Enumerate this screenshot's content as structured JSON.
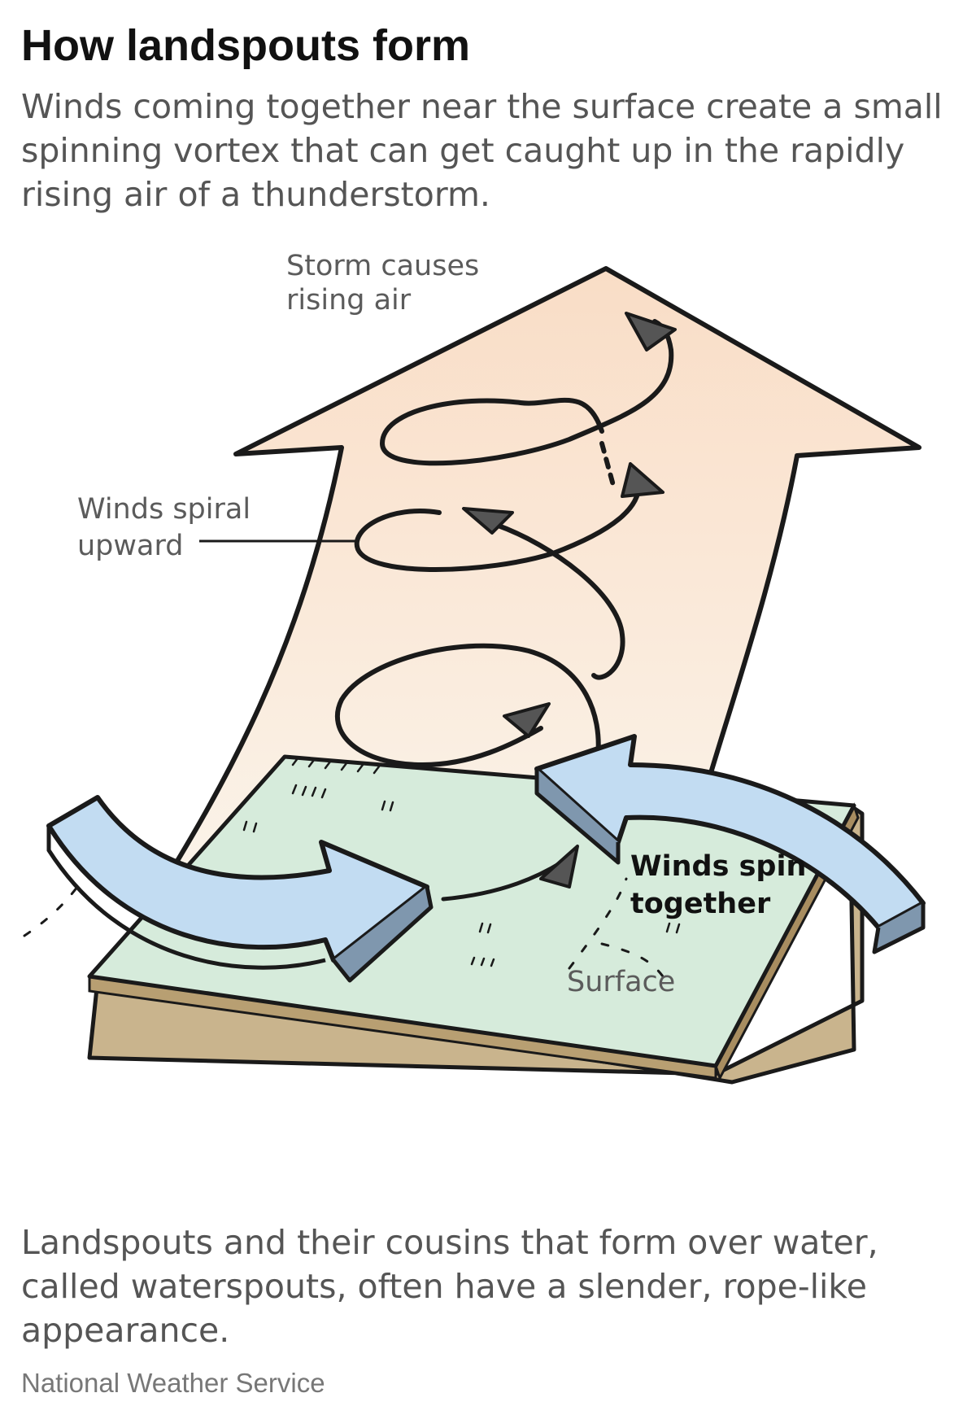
{
  "title": "How landspouts form",
  "subtitle": "Winds coming together near the surface create a small spinning vortex that can get caught up in the rapidly rising air of a thunderstorm.",
  "diagram": {
    "labels": {
      "rising_air_line1": "Storm causes",
      "rising_air_line2": "rising air",
      "spiral_line1": "Winds spiral",
      "spiral_line2": "upward",
      "spin_line1": "Winds spin",
      "spin_line2": "together",
      "surface": "Surface"
    },
    "colors": {
      "rising_air_top": "#f9ddc6",
      "rising_air_bottom": "#fbf5ec",
      "surface_top": "#d6ebdb",
      "surface_side": "#c9b48d",
      "wind_arrow": "#c2dcf2",
      "ink": "#1a1a1a"
    }
  },
  "footer": {
    "text": "Landspouts and their cousins that form over water, called waterspouts, often have a slender, rope-like appearance.",
    "source": "National Weather Service"
  }
}
